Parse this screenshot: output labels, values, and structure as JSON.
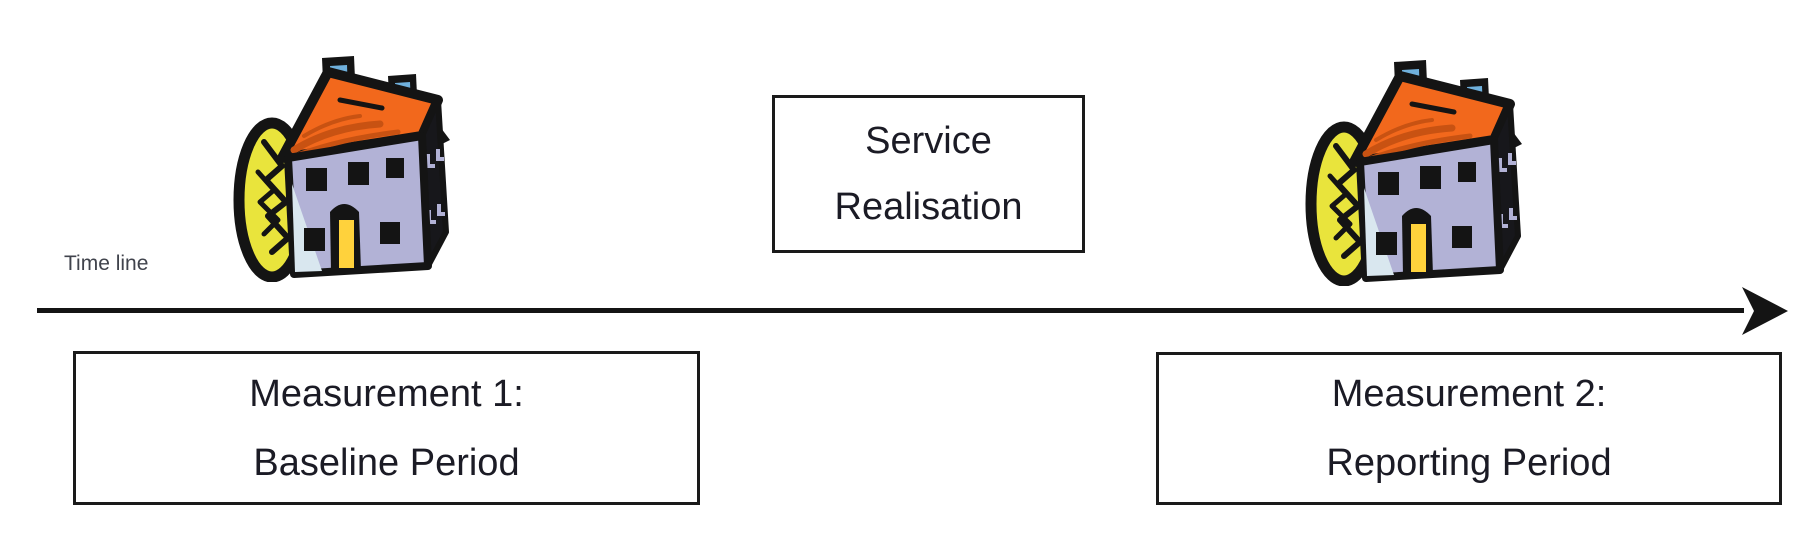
{
  "colors": {
    "outline": "#141414",
    "border": "#1a1a1a",
    "text": "#1b1b25",
    "label": "#40434c",
    "roof": "#f2681c",
    "roof_streak": "#c85212",
    "wall": "#b2b2d6",
    "wall_light": "#d9e7ef",
    "door": "#ffd23c",
    "tree": "#e9e43c",
    "chimney": "#6fb0dc",
    "bg": "#ffffff"
  },
  "icons": {
    "left_marker": "house-icon",
    "right_marker": "house-icon",
    "timeline": "arrow-right-icon"
  },
  "diagram": {
    "timeline_label": "Time line",
    "service_box": {
      "line1": "Service",
      "line2": "Realisation"
    },
    "measurement1_box": {
      "line1": "Measurement 1:",
      "line2": "Baseline Period"
    },
    "measurement2_box": {
      "line1": "Measurement 2:",
      "line2": "Reporting Period"
    }
  }
}
